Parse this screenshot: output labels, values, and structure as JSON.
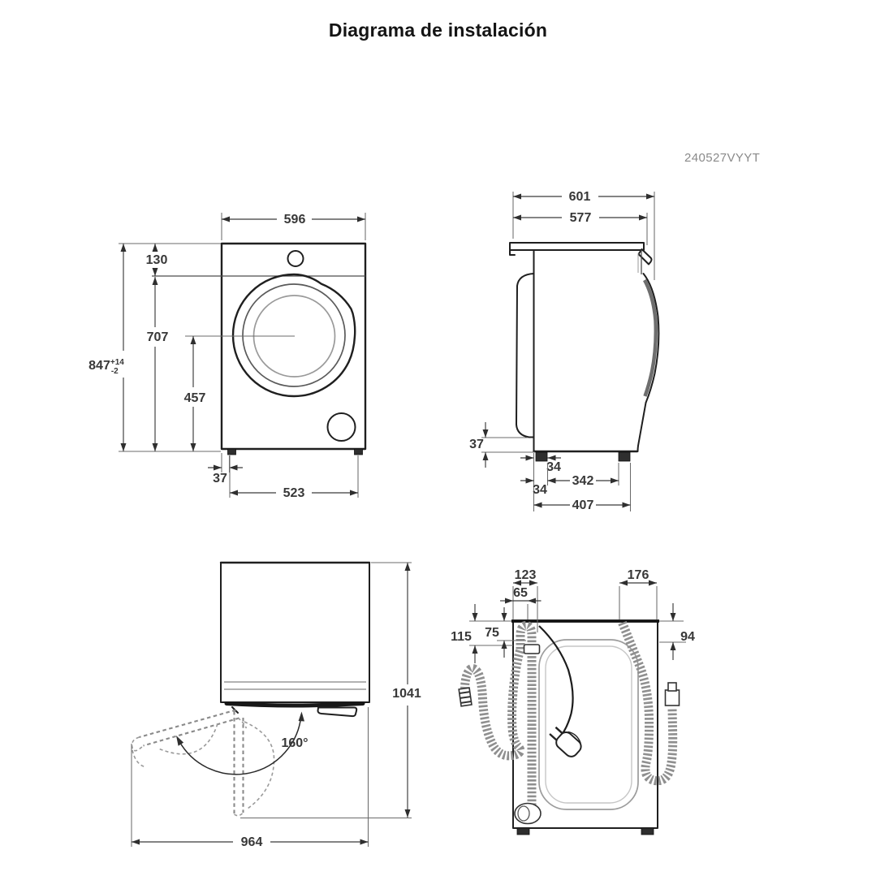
{
  "page": {
    "title": "Diagrama de instalación",
    "doc_code": "240527VYYT"
  },
  "front_view": {
    "dims": {
      "width": "596",
      "panel_height": "130",
      "body_height": "707",
      "total_height": "847",
      "total_height_tol_plus": "+14",
      "total_height_tol_minus": "-2",
      "door_center_height": "457",
      "foot_side_offset": "37",
      "foot_spacing": "523"
    }
  },
  "side_view": {
    "dims": {
      "total_depth": "601",
      "body_depth": "577",
      "rear_bottom_clearance": "37",
      "foot_width": "34",
      "foot_spacing": "342",
      "rear_foot_offset": "34",
      "base_depth": "407"
    }
  },
  "door_swing_view": {
    "dims": {
      "depth_door_open": "1041",
      "width_door_open": "964",
      "door_opening_angle": "160°"
    }
  },
  "rear_view": {
    "dims": {
      "power_cord_offset": "123",
      "drain_hose_offset": "65",
      "inlet_hose_offset": "176",
      "drain_drop_left": "115",
      "drain_drop_clamp": "75",
      "inlet_drop": "94"
    }
  }
}
